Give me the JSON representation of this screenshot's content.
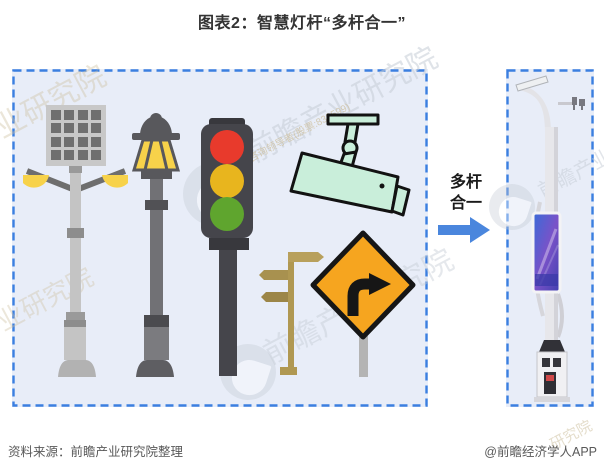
{
  "title": "图表2：智慧灯杆“多杆合一”",
  "panels": {
    "before": {
      "name": "multi-pole-panel",
      "items": [
        "solar-street-light",
        "decorative-street-lamp",
        "traffic-light",
        "surveillance-camera",
        "directional-fingerpost",
        "right-turn-warning-sign"
      ]
    },
    "after": {
      "name": "smart-pole-panel",
      "items": [
        "smart-multifunction-pole"
      ]
    }
  },
  "transform": {
    "line1": "多杆",
    "line2": "合一",
    "arrow_icon": "right-arrow-icon"
  },
  "footer": {
    "source": "资料来源：前瞻产业研究院整理",
    "brand": "@前瞻经济学人APP"
  },
  "watermark": {
    "org": "前瞻产业研究院",
    "org_short": "业研究院",
    "slogan": "前瞻产业咨询领导者(股票:839599)",
    "fragment": "前瞻产业",
    "fragment2": "研究院"
  },
  "colors": {
    "accent_blue": "#3b7fe0",
    "panel_bg": "#e8edf8",
    "arrow_blue": "#4a86dd",
    "title_text": "#333333",
    "footer_text": "#595959",
    "label_text": "#1a1a1a",
    "traffic_red": "#e83a2c",
    "traffic_yellow": "#e8b51e",
    "traffic_green": "#5fa52e",
    "camera_mint": "#c9eeda",
    "camera_outline": "#121212",
    "sign_orange": "#f6a51f",
    "sign_tan": "#b09852",
    "lamp_yellow": "#f7d24a",
    "watermark_gray": "#c6cdd6",
    "watermark_tan": "#cfc2a2"
  }
}
